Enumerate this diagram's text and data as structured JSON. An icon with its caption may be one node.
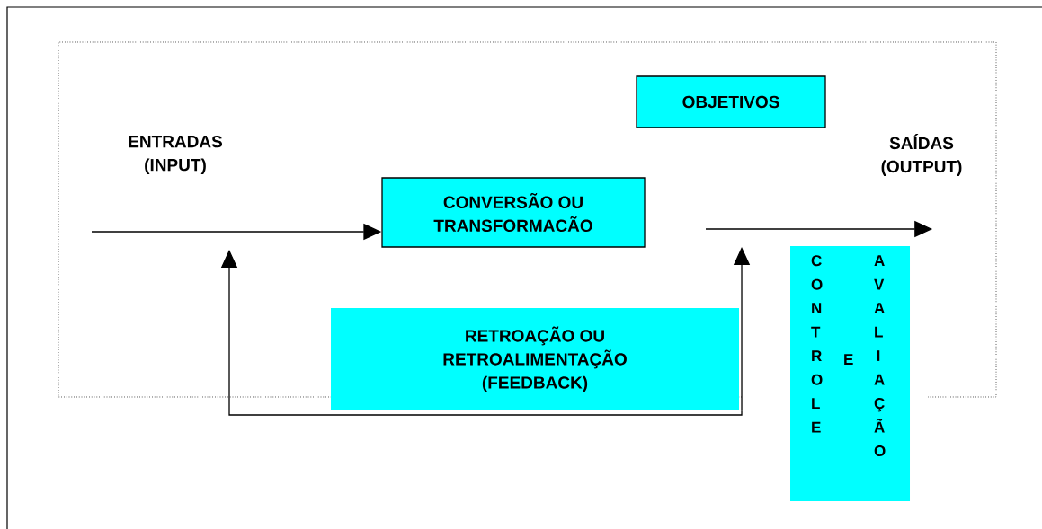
{
  "diagram": {
    "nodes": [
      {
        "text": [
          "ENTRADAS (INPUT)"
        ]
      },
      {
        "text": [
          "OBJETIVOS"
        ]
      },
      {
        "text": [
          "SAÍDAS (OUTPUT)"
        ]
      },
      {
        "text": [
          "CONVERSÃO OU TRANSFORMACÃO"
        ]
      },
      {
        "text": [
          "RETROAÇÃO OU RETROALIMENTAÇÃO (FEEDBACK)"
        ]
      },
      {
        "text": [
          "CONTROLE",
          "E",
          "AVALIAÇÃO"
        ]
      }
    ],
    "edges": [
      {
        "from": null,
        "to": 3,
        "arrow": "to"
      },
      {
        "from": null,
        "to": 2,
        "arrow": "to"
      },
      {
        "from": 4,
        "to": null,
        "arrow": "to"
      },
      {
        "from": 4,
        "to": null,
        "arrow": "to"
      }
    ]
  }
}
